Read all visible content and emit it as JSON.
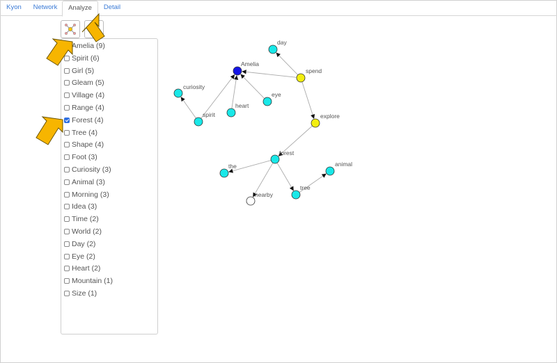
{
  "tabs": [
    {
      "label": "Kyon",
      "active": false
    },
    {
      "label": "Network",
      "active": false
    },
    {
      "label": "Analyze",
      "active": true
    },
    {
      "label": "Detail",
      "active": false
    }
  ],
  "toolbar": {
    "network_tool_icon": "network-graph-icon",
    "second_tool_icon": "wrench-icon"
  },
  "terms": [
    {
      "label": "Amelia (9)",
      "checked": false
    },
    {
      "label": "Spirit (6)",
      "checked": false
    },
    {
      "label": "Girl (5)",
      "checked": false
    },
    {
      "label": "Gleam (5)",
      "checked": false
    },
    {
      "label": "Village (4)",
      "checked": false
    },
    {
      "label": "Range (4)",
      "checked": false
    },
    {
      "label": "Forest (4)",
      "checked": true
    },
    {
      "label": "Tree (4)",
      "checked": false
    },
    {
      "label": "Shape (4)",
      "checked": false
    },
    {
      "label": "Foot (3)",
      "checked": false
    },
    {
      "label": "Curiosity (3)",
      "checked": false
    },
    {
      "label": "Animal (3)",
      "checked": false
    },
    {
      "label": "Morning (3)",
      "checked": false
    },
    {
      "label": "Idea (3)",
      "checked": false
    },
    {
      "label": "Time (2)",
      "checked": false
    },
    {
      "label": "World (2)",
      "checked": false
    },
    {
      "label": "Day (2)",
      "checked": false
    },
    {
      "label": "Eye (2)",
      "checked": false
    },
    {
      "label": "Heart (2)",
      "checked": false
    },
    {
      "label": "Mountain (1)",
      "checked": false
    },
    {
      "label": "Size (1)",
      "checked": false
    }
  ],
  "graph": {
    "nodes": [
      {
        "id": "amelia",
        "label": "Amelia",
        "color": "#1515e6"
      },
      {
        "id": "day",
        "label": "day",
        "color": "#19e8e8"
      },
      {
        "id": "spend",
        "label": "spend",
        "color": "#f2ee10"
      },
      {
        "id": "curiosity",
        "label": "curiosity",
        "color": "#19e8e8"
      },
      {
        "id": "heart",
        "label": "heart",
        "color": "#19e8e8"
      },
      {
        "id": "eye",
        "label": "eye",
        "color": "#19e8e8"
      },
      {
        "id": "spirit",
        "label": "spirit",
        "color": "#19e8e8"
      },
      {
        "id": "explore",
        "label": "explore",
        "color": "#f2ee10"
      },
      {
        "id": "forest",
        "label": "forest",
        "color": "#19e8e8"
      },
      {
        "id": "the",
        "label": "the",
        "color": "#19e8e8"
      },
      {
        "id": "animal",
        "label": "animal",
        "color": "#19e8e8"
      },
      {
        "id": "nearby",
        "label": "nearby",
        "color": "#ffffff"
      },
      {
        "id": "tree",
        "label": "tree",
        "color": "#19e8e8"
      }
    ],
    "edges": [
      [
        "spend",
        "day"
      ],
      [
        "spend",
        "amelia"
      ],
      [
        "spend",
        "explore"
      ],
      [
        "heart",
        "amelia"
      ],
      [
        "eye",
        "amelia"
      ],
      [
        "spirit",
        "amelia"
      ],
      [
        "spirit",
        "curiosity"
      ],
      [
        "explore",
        "forest"
      ],
      [
        "forest",
        "the"
      ],
      [
        "forest",
        "nearby"
      ],
      [
        "forest",
        "tree"
      ],
      [
        "tree",
        "animal"
      ]
    ]
  },
  "colors": {
    "accent": "#3b7bd6",
    "pointer": "#f5b400",
    "edge": "#aaaaaa"
  }
}
